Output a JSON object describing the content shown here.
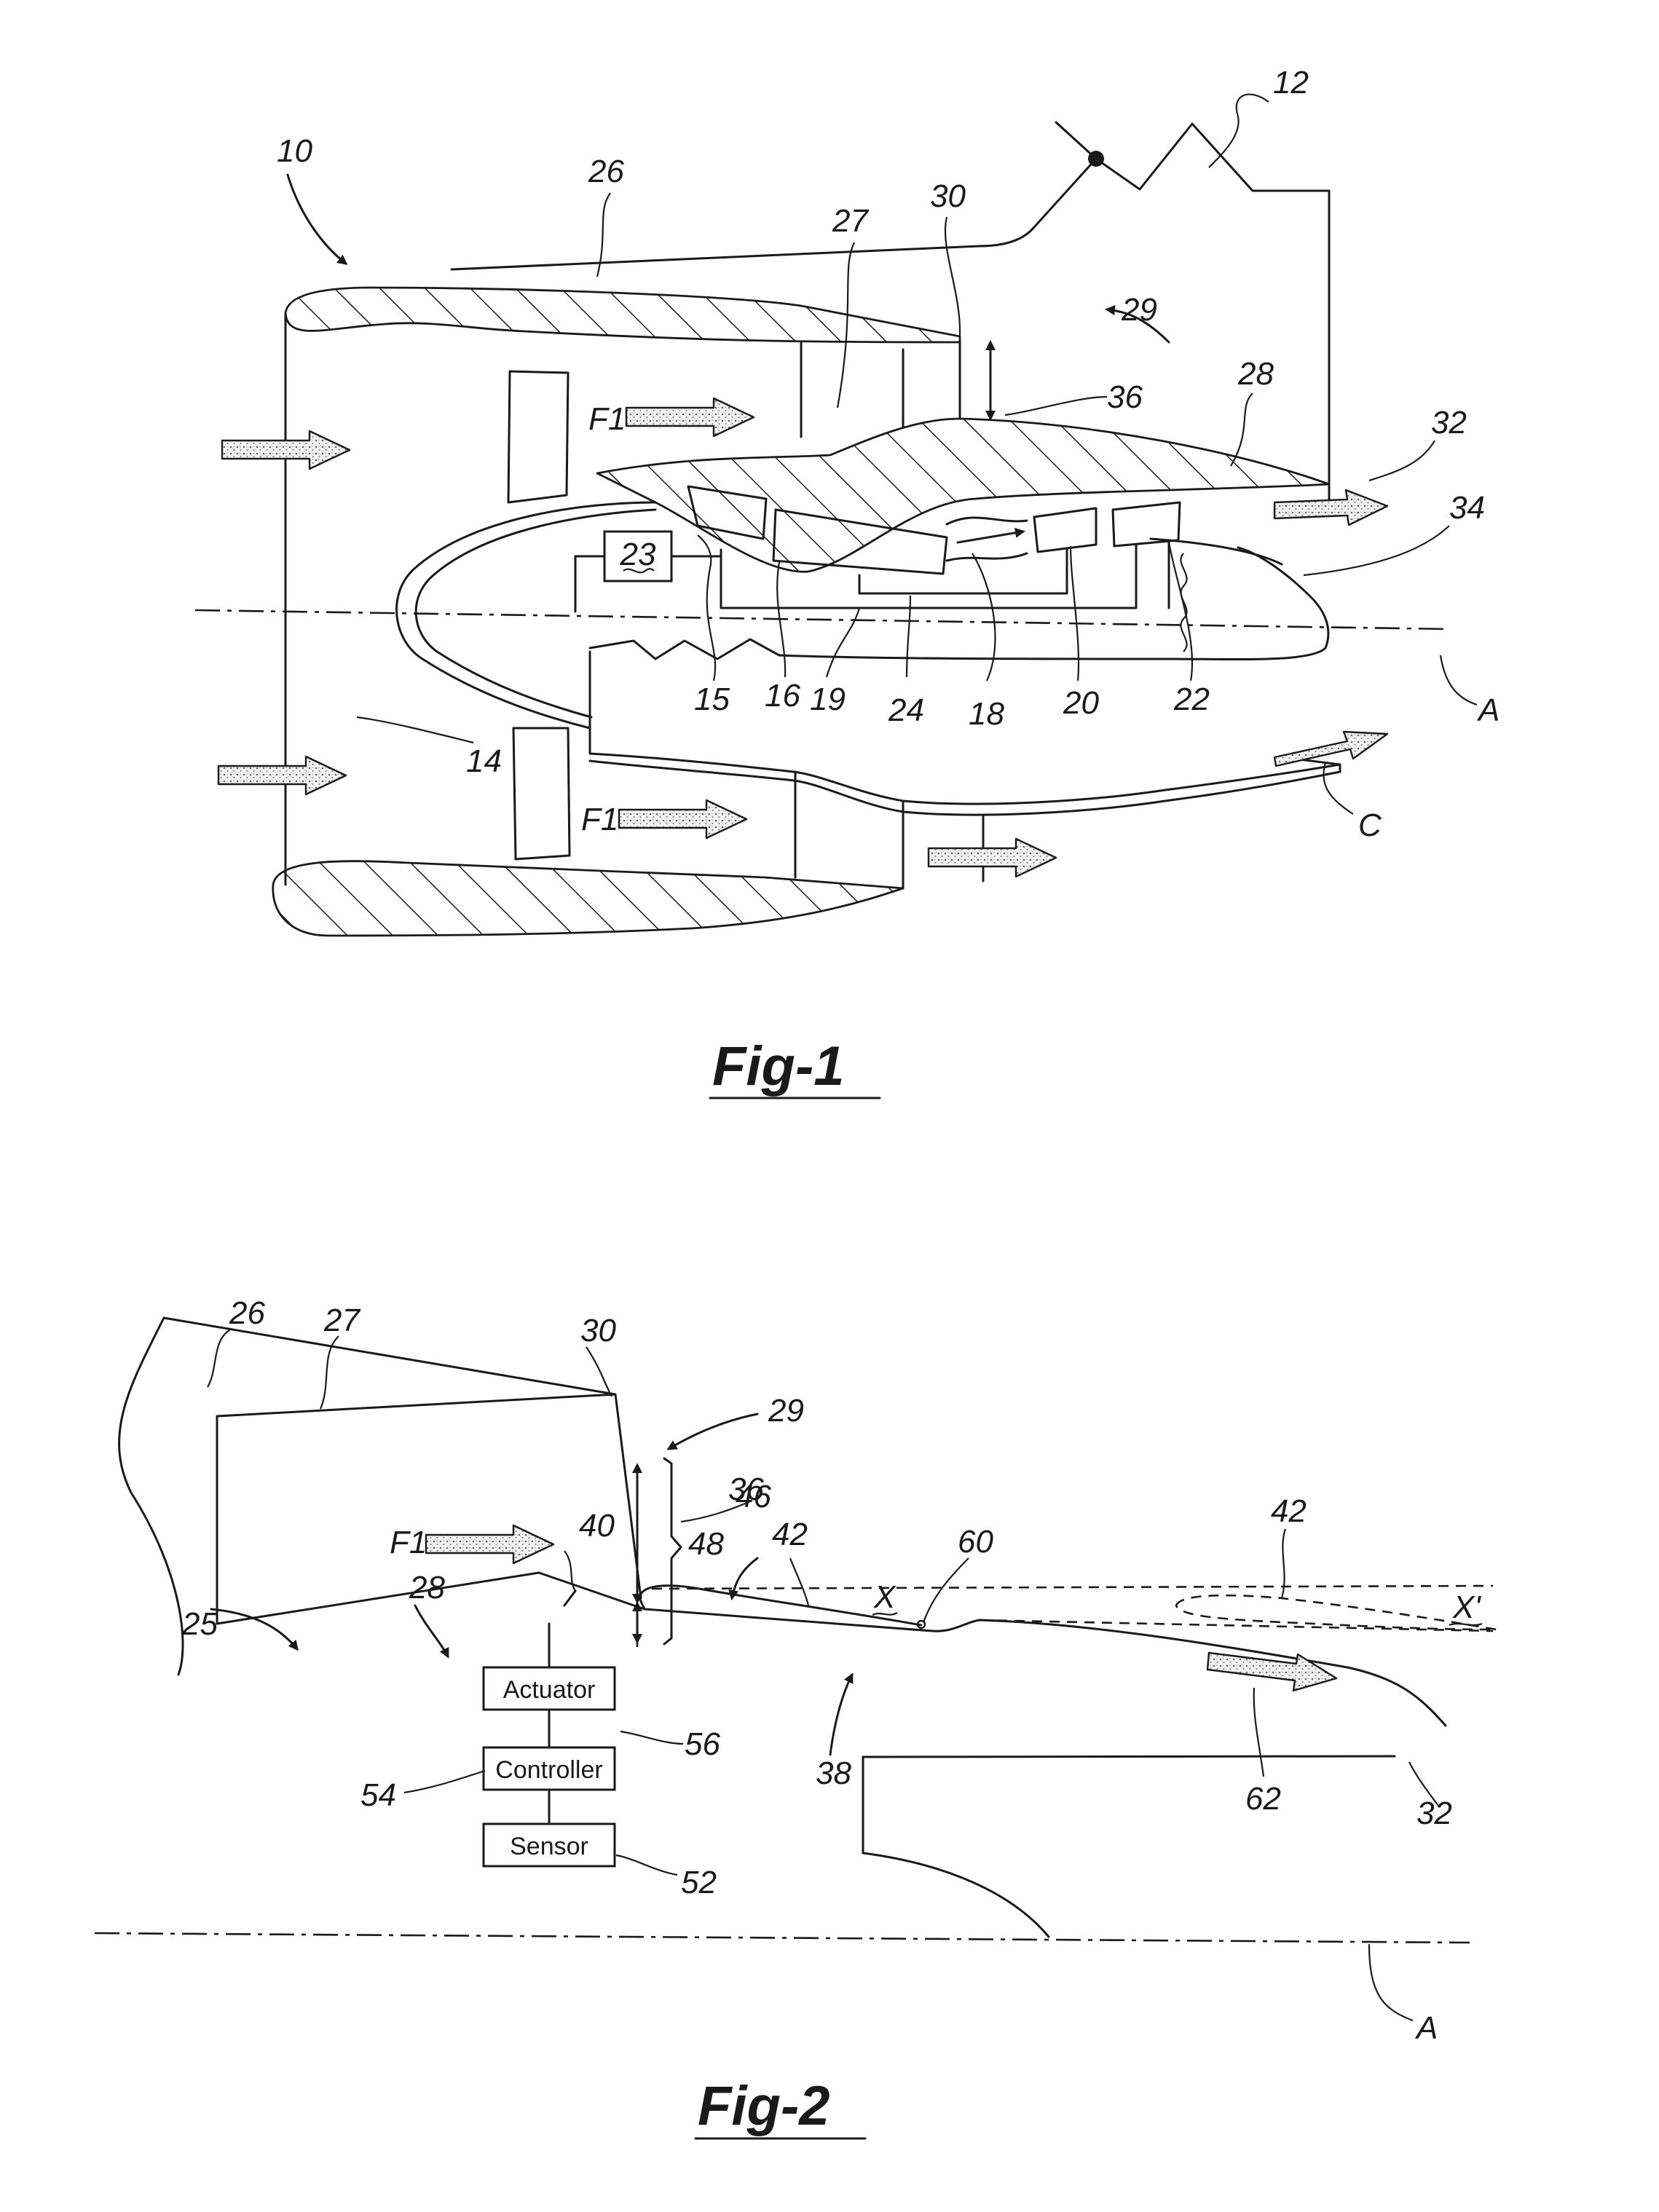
{
  "figure1": {
    "caption": "Fig-1",
    "labels": {
      "engine": "10",
      "wing": "12",
      "fan": "14",
      "low_compressor": "15",
      "high_compressor": "16",
      "combustor": "18",
      "shaft": "19",
      "high_turbine": "20",
      "low_turbine": "22",
      "gear": "23",
      "low_spool": "24",
      "fan_nacelle": "26",
      "bypass_flow_path": "27",
      "core_nacelle": "28",
      "nozzle": "29",
      "trailing_edge": "30",
      "core_exhaust": "32",
      "tail_cone": "34",
      "nozzle_exit_area": "36",
      "axis": "A",
      "core_flow": "C",
      "bypass_flow_top": "F1",
      "bypass_flow_bottom": "F1"
    }
  },
  "figure2": {
    "caption": "Fig-2",
    "labels": {
      "inner_surface": "25",
      "fan_nacelle": "26",
      "bypass_flow_path": "27",
      "core_nacelle": "28",
      "nozzle": "29",
      "trailing_edge": "30",
      "core_exhaust": "32",
      "nozzle_exit_area": "36",
      "flap_mechanism": "38",
      "hinge": "40",
      "flap_front": "42",
      "flap_rear": "42",
      "flap_surface": "46",
      "gap": "48",
      "sensor_ref": "52",
      "controller_ref": "54",
      "actuator_ref": "56",
      "pivot": "60",
      "airflow": "62",
      "position_x": "X",
      "position_x_prime": "X'",
      "axis": "A",
      "bypass_flow": "F1"
    },
    "boxes": {
      "actuator": "Actuator",
      "controller": "Controller",
      "sensor": "Sensor"
    }
  }
}
